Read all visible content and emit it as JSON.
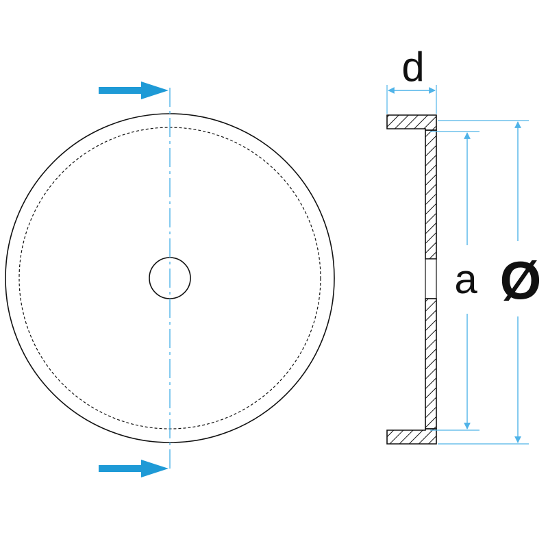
{
  "labels": {
    "thickness": "d",
    "inner_diameter": "a",
    "outer_diameter": "Ø"
  },
  "colors": {
    "outline": "#111111",
    "dimension": "#4fb3e8",
    "section_arrow": "#1e9ad6",
    "background": "#ffffff"
  }
}
